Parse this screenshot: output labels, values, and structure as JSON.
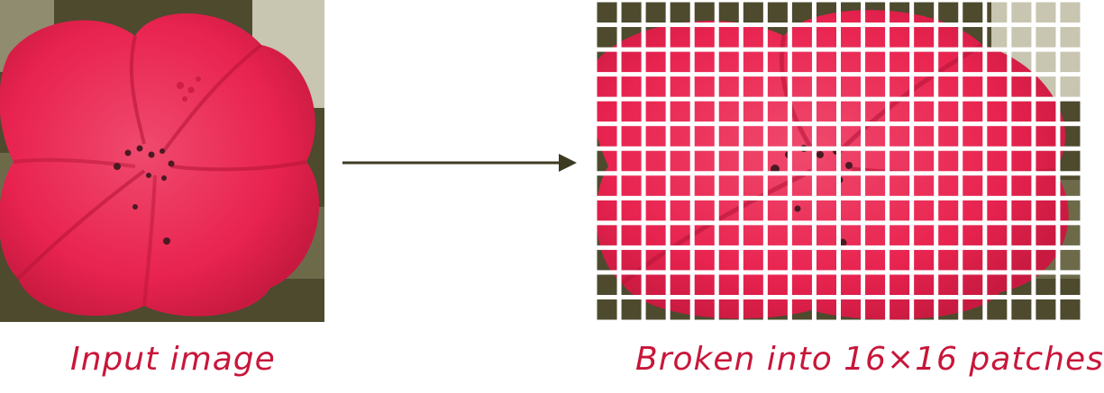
{
  "captions": {
    "input": "Input image",
    "patches": "Broken into 16×16 patches"
  },
  "image": {
    "subject": "red-flower",
    "colors": {
      "petal": "#e8234f",
      "petal_light": "#f04a6e",
      "petal_dark": "#b8163a",
      "background": "#4d4a2e",
      "background_light": "#c8c5b0",
      "stamen": "#4a1a22"
    }
  },
  "arrow": {
    "color": "#3d3a22"
  },
  "patch_grid": {
    "gap_color": "#ffffff"
  }
}
